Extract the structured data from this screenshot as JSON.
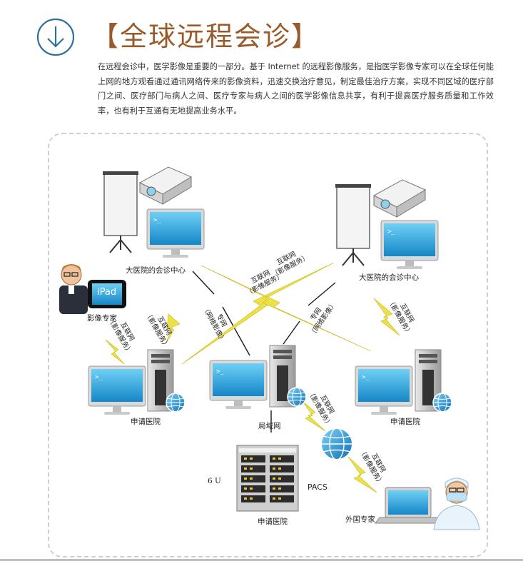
{
  "header": {
    "title": "【全球远程会诊】"
  },
  "intro": {
    "paragraph": "在远程会诊中，医学影像是重要的一部分。基于 Internet 的远程影像服务，是指医学影像专家可以在全球任何能上网的地方观看通过通讯网络传来的影像资料，迅速交换治疗意见，制定最佳治疗方案，实现不同区域的医疗部门之间、医疗部门与病人之间、医疗专家与病人之间的医学影像信息共享，有利于提高医疗服务质量和工作效率，也有利于互通有无地提高业务水平。"
  },
  "diagram": {
    "consult_center_left": "大医院的会诊中心",
    "consult_center_right": "大医院的会诊中心",
    "image_expert": "影像专家",
    "ipad_label": "iPad",
    "apply_hospital_left": "申请医院",
    "apply_hospital_right": "申请医院",
    "lan": "局域网",
    "rack_units": "6 U",
    "pacs": "PACS",
    "apply_hospital_bottom": "申请医院",
    "foreign_expert": "外国专家",
    "internet_line1": "互联网",
    "internet_line2": "（影像服务）",
    "private_line1": "专网",
    "private_line2": "（网络影像）"
  },
  "colors": {
    "title_brown": "#9a5b2a",
    "icon_blue": "#2f6f9e",
    "bolt_yellow": "#e6d21e",
    "screen_blue": "#1d9bd8"
  }
}
